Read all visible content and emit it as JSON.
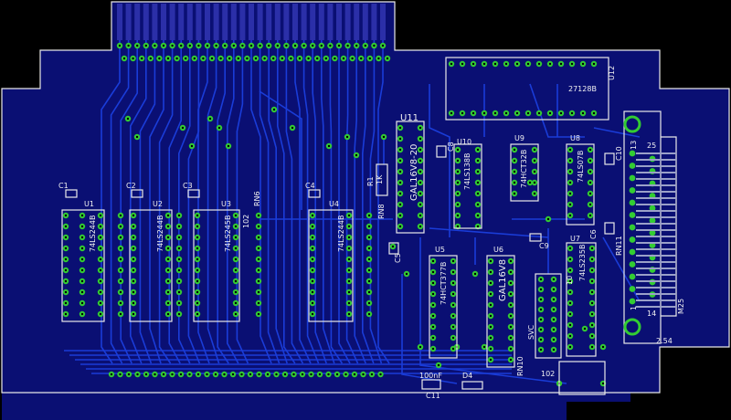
{
  "board": {
    "colors": {
      "background": "#000000",
      "pour": "#0a0f73",
      "trace": "#1a3cd8",
      "silkscreen": "#e8e8e8",
      "via": "#33cc33"
    }
  },
  "labels": {
    "u1": "U1",
    "u2": "U2",
    "u3": "U3",
    "u4": "U4",
    "u5": "U5",
    "u6": "U6",
    "u7": "U7",
    "u8": "U8",
    "u9": "U9",
    "u10": "U10",
    "u11": "U11",
    "u12": "U12",
    "ic_u1": "74LS244B",
    "ic_u2": "74LS244B",
    "ic_u3": "74LS245B",
    "ic_u4": "74LS244B",
    "ic_u5": "74HCT377B",
    "ic_u6": "GAL16V8",
    "ic_u7": "74LS235B",
    "ic_u8": "74LS07B",
    "ic_u9": "74HCT32B",
    "ic_u10": "74LS138B",
    "ic_u11": "GAL16V8-20",
    "ic_u12": "27128B",
    "c1": "C1",
    "c2": "C2",
    "c3": "C3",
    "c4": "C4",
    "c5": "C5",
    "c6": "C6",
    "c8": "C8",
    "c9": "C9",
    "c10": "C10",
    "c11": "C11",
    "c11_val": "100nF",
    "r1": "R1",
    "r1_val": "1K",
    "d4": "D4",
    "rn6": "RN6",
    "rn8": "RN8",
    "rn10": "RN10",
    "rn11": "RN11",
    "n102a": "102",
    "n102b": "102",
    "m25": "M25",
    "n254": "2.54",
    "p13": "13",
    "p25": "25",
    "p1": "1",
    "p14": "14",
    "n10": "10",
    "svc": "SVC"
  }
}
